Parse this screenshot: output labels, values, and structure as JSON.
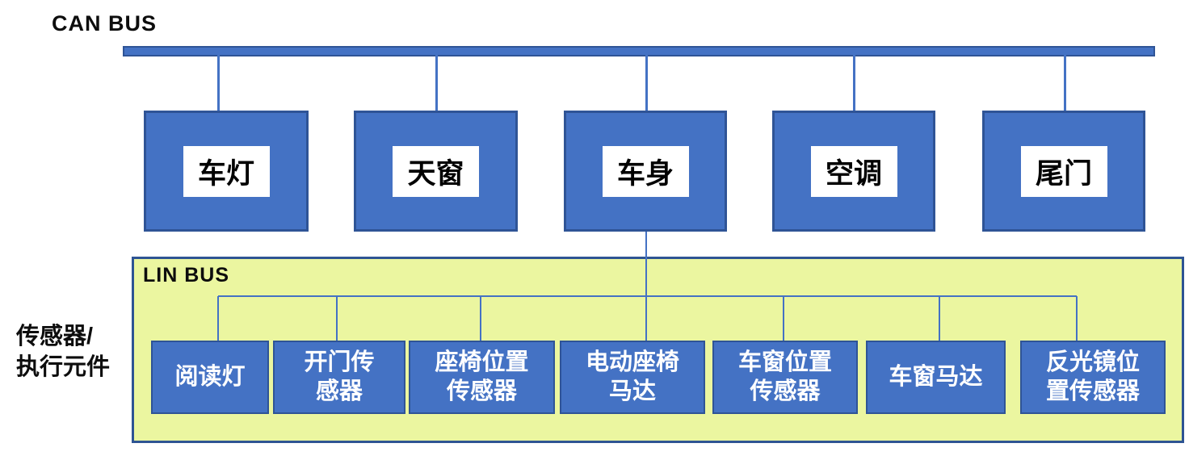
{
  "diagram": {
    "can": {
      "label": "CAN BUS",
      "nodes": [
        {
          "label": "车灯"
        },
        {
          "label": "天窗"
        },
        {
          "label": "车身"
        },
        {
          "label": "空调"
        },
        {
          "label": "尾门"
        }
      ]
    },
    "lin": {
      "label": "LIN BUS",
      "nodes": [
        {
          "label": "阅读灯"
        },
        {
          "label": "开门传\n感器"
        },
        {
          "label": "座椅位置\n传感器"
        },
        {
          "label": "电动座椅\n马达"
        },
        {
          "label": "车窗位置\n传感器"
        },
        {
          "label": "车窗马达"
        },
        {
          "label": "反光镜位\n置传感器"
        }
      ]
    },
    "side_label": "传感器/\n执行元件",
    "colors": {
      "node_fill": "#4472C4",
      "node_border": "#2F5496",
      "lin_background": "#EBF6A0",
      "lin_border": "#2E5493",
      "connector": "#4472C4",
      "text_dark": "#0D0D0D",
      "text_light": "#FFFFFF",
      "plate_background": "#FFFFFF"
    }
  }
}
